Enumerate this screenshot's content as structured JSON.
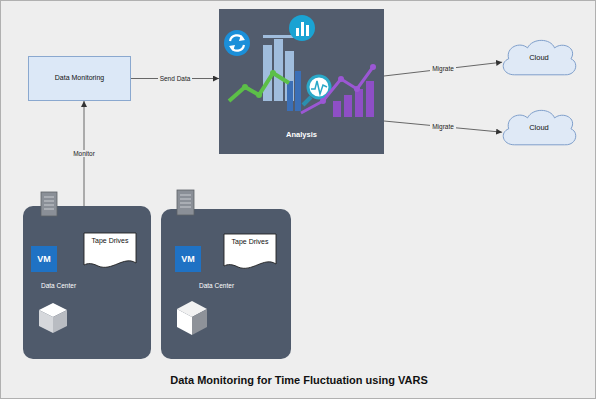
{
  "diagram": {
    "title": "Data Monitoring for Time Fluctuation using VARS",
    "nodes": [
      {
        "text": [
          "Data Monitoring"
        ]
      },
      {
        "text": [
          "Analysis"
        ]
      },
      {
        "text": [
          "Cloud"
        ]
      },
      {
        "text": [
          "Cloud"
        ]
      },
      {
        "text": [
          "Data Center"
        ]
      },
      {
        "text": [
          "VM"
        ],
        "in": 4
      },
      {
        "text": [
          "Tape Drives"
        ],
        "in": 4
      },
      {
        "text": [
          "Data Center"
        ]
      },
      {
        "text": [
          "VM"
        ],
        "in": 7
      },
      {
        "text": [
          "Tape Drives"
        ],
        "in": 7
      }
    ],
    "edges": [
      {
        "from": 4,
        "to": 0,
        "arrow": "to",
        "label": "Monitor"
      },
      {
        "from": 0,
        "to": 1,
        "arrow": "to",
        "label": "Send Data"
      },
      {
        "from": 1,
        "to": 2,
        "arrow": "to",
        "label": "Migrate"
      },
      {
        "from": 1,
        "to": 3,
        "arrow": "to",
        "label": "Migrate"
      }
    ]
  }
}
